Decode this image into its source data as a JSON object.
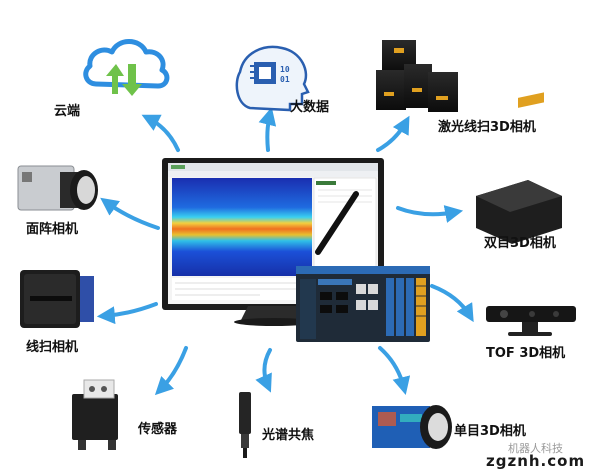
{
  "nodes": {
    "cloud": "云端",
    "bigdata": "大数据",
    "laser3d": "激光线扫3D相机",
    "area": "面阵相机",
    "stereo3d": "双目3D相机",
    "line": "线扫相机",
    "tof3d": "TOF 3D相机",
    "sensor": "传感器",
    "spectral": "光谱共焦",
    "mono3d": "单目3D相机"
  },
  "watermark": {
    "text": "zgznh.com",
    "cn": "机器人科技"
  },
  "colors": {
    "arrow": "#3aa0e4",
    "cloud": "#2e8ee0",
    "dataHead": "#2a5fb0",
    "panelBlue": "#1e5fa8",
    "heat": "#f0c030"
  }
}
